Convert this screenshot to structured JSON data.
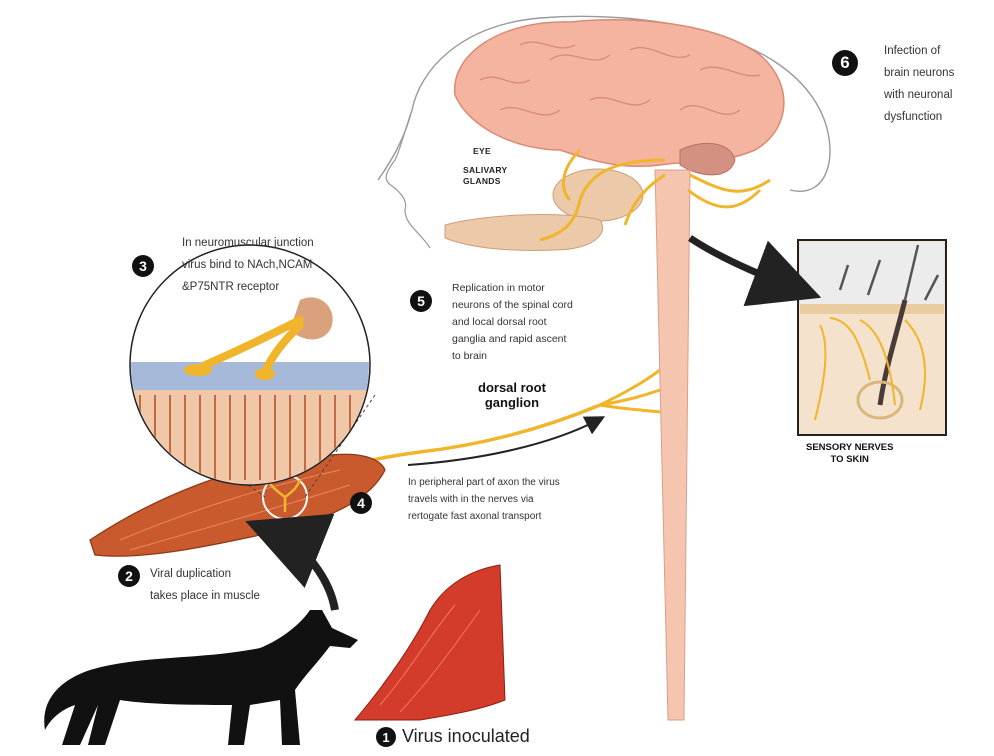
{
  "steps": [
    {
      "num": "1",
      "text": "Virus inoculated"
    },
    {
      "num": "2",
      "text": "Viral duplication\ntakes place in muscle"
    },
    {
      "num": "3",
      "text": "In neuromuscular junction\nvirus bind to NAch,NCAM\n&P75NTR receptor"
    },
    {
      "num": "4",
      "text": "In peripheral part of axon the virus\ntravels with in the nerves via\nrertogate fast axonal transport"
    },
    {
      "num": "5",
      "text": "Replication in motor\nneurons of the spinal cord\nand local dorsal root\nganglia and rapid ascent\nto brain"
    },
    {
      "num": "6",
      "text": "Infection of\nbrain neurons\nwith neuronal\n dysfunction"
    }
  ],
  "labels": {
    "dorsal_root": "dorsal root\nganglion",
    "sensory": "SENSORY NERVES\nTO SKIN",
    "eye": "EYE",
    "salivary": "SALIVARY\nGLANDS"
  },
  "colors": {
    "nerve": "#f0b52a",
    "skin": "#f5c5b0",
    "muscle": "#c95a2e",
    "brain": "#f2a894",
    "dog": "#111111"
  }
}
